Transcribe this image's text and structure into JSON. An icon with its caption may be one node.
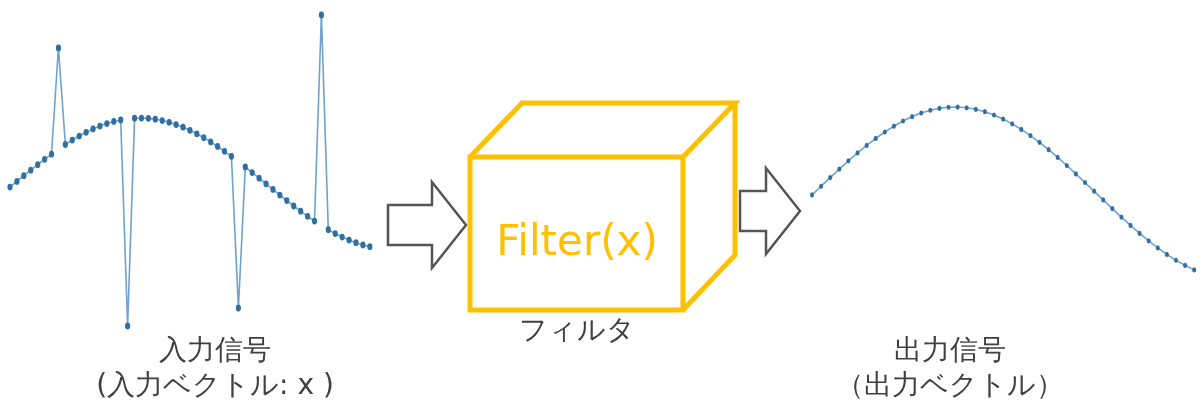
{
  "diagram": {
    "nodes": [
      {
        "text": [
          "入力信号",
          "(入力ベクトル: x )"
        ]
      },
      {
        "text": [
          "Filter(x)"
        ],
        "beside": [
          "フィルタ"
        ]
      },
      {
        "text": [
          "出力信号",
          "（出力ベクトル）"
        ]
      }
    ],
    "edges": [
      {
        "from": 0,
        "to": 1,
        "arrow": "to"
      },
      {
        "from": 1,
        "to": 2,
        "arrow": "to"
      }
    ]
  }
}
